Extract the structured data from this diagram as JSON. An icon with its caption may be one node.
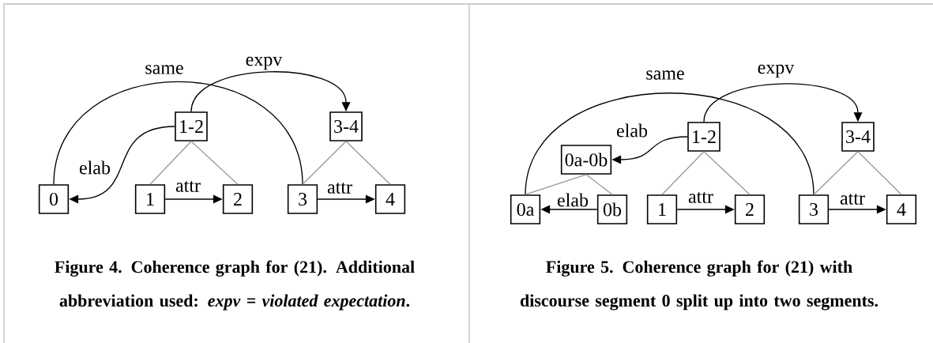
{
  "diagram": {
    "nodes": [
      {
        "text": [
          "0"
        ]
      },
      {
        "text": [
          "1-2"
        ]
      },
      {
        "text": [
          "3-4"
        ]
      },
      {
        "text": [
          "1"
        ]
      },
      {
        "text": [
          "2"
        ]
      },
      {
        "text": [
          "3"
        ]
      },
      {
        "text": [
          "4"
        ]
      },
      {
        "text": [
          "0a-0b"
        ]
      },
      {
        "text": [
          "1-2"
        ]
      },
      {
        "text": [
          "3-4"
        ]
      },
      {
        "text": [
          "0a"
        ]
      },
      {
        "text": [
          "0b"
        ]
      },
      {
        "text": [
          "1"
        ]
      },
      {
        "text": [
          "2"
        ]
      },
      {
        "text": [
          "3"
        ]
      },
      {
        "text": [
          "4"
        ]
      }
    ],
    "edges": [
      {
        "from": 0,
        "to": 5,
        "arrow": "none",
        "label": "same"
      },
      {
        "from": 1,
        "to": 2,
        "arrow": "to",
        "label": "expv"
      },
      {
        "from": 1,
        "to": 0,
        "arrow": "to",
        "label": "elab"
      },
      {
        "from": 1,
        "to": 3,
        "arrow": "none",
        "color": "#999999"
      },
      {
        "from": 1,
        "to": 4,
        "arrow": "none",
        "color": "#999999"
      },
      {
        "from": 2,
        "to": 5,
        "arrow": "none",
        "color": "#999999"
      },
      {
        "from": 2,
        "to": 6,
        "arrow": "none",
        "color": "#999999"
      },
      {
        "from": 3,
        "to": 4,
        "arrow": "to",
        "label": "attr"
      },
      {
        "from": 5,
        "to": 6,
        "arrow": "to",
        "label": "attr"
      },
      {
        "from": 10,
        "to": 14,
        "arrow": "none",
        "label": "same"
      },
      {
        "from": 8,
        "to": 9,
        "arrow": "to",
        "label": "expv"
      },
      {
        "from": 8,
        "to": 7,
        "arrow": "to",
        "label": "elab"
      },
      {
        "from": 7,
        "to": 10,
        "arrow": "none",
        "color": "#999999"
      },
      {
        "from": 7,
        "to": 11,
        "arrow": "none",
        "color": "#999999"
      },
      {
        "from": 8,
        "to": 12,
        "arrow": "none",
        "color": "#999999"
      },
      {
        "from": 8,
        "to": 13,
        "arrow": "none",
        "color": "#999999"
      },
      {
        "from": 9,
        "to": 14,
        "arrow": "none",
        "color": "#999999"
      },
      {
        "from": 9,
        "to": 15,
        "arrow": "none",
        "color": "#999999"
      },
      {
        "from": 11,
        "to": 10,
        "arrow": "to",
        "label": "elab"
      },
      {
        "from": 12,
        "to": 13,
        "arrow": "to",
        "label": "attr"
      },
      {
        "from": 14,
        "to": 15,
        "arrow": "to",
        "label": "attr"
      }
    ],
    "labels": [
      "Figure 4.   Coherence graph for (21).  Additional abbreviation used: *expv = violated expectation*.",
      "Figure 5.    Coherence graph for (21) with discourse segment 0 split up into two segments."
    ]
  }
}
